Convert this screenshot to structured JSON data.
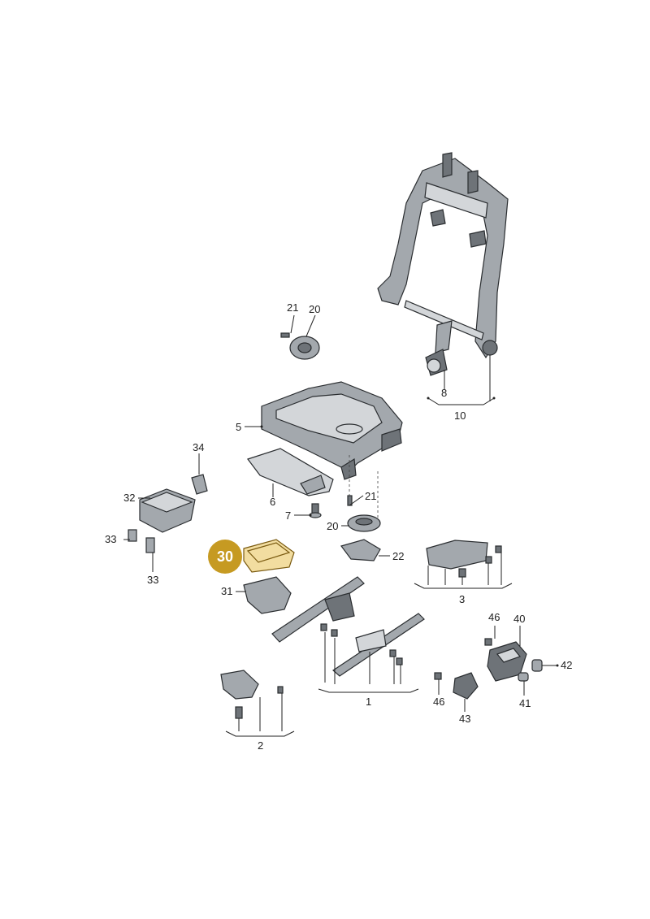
{
  "highlight": {
    "label": "30",
    "color": "#c69a22"
  },
  "callouts": {
    "c1": "1",
    "c2": "2",
    "c3": "3",
    "c5": "5",
    "c6": "6",
    "c7": "7",
    "c8": "8",
    "c10": "10",
    "c20a": "20",
    "c21a": "21",
    "c20b": "20",
    "c21b": "21",
    "c22": "22",
    "c31": "31",
    "c32": "32",
    "c33a": "33",
    "c33b": "33",
    "c34": "34",
    "c40": "40",
    "c41": "41",
    "c42": "42",
    "c43": "43",
    "c46a": "46",
    "c46b": "46"
  }
}
